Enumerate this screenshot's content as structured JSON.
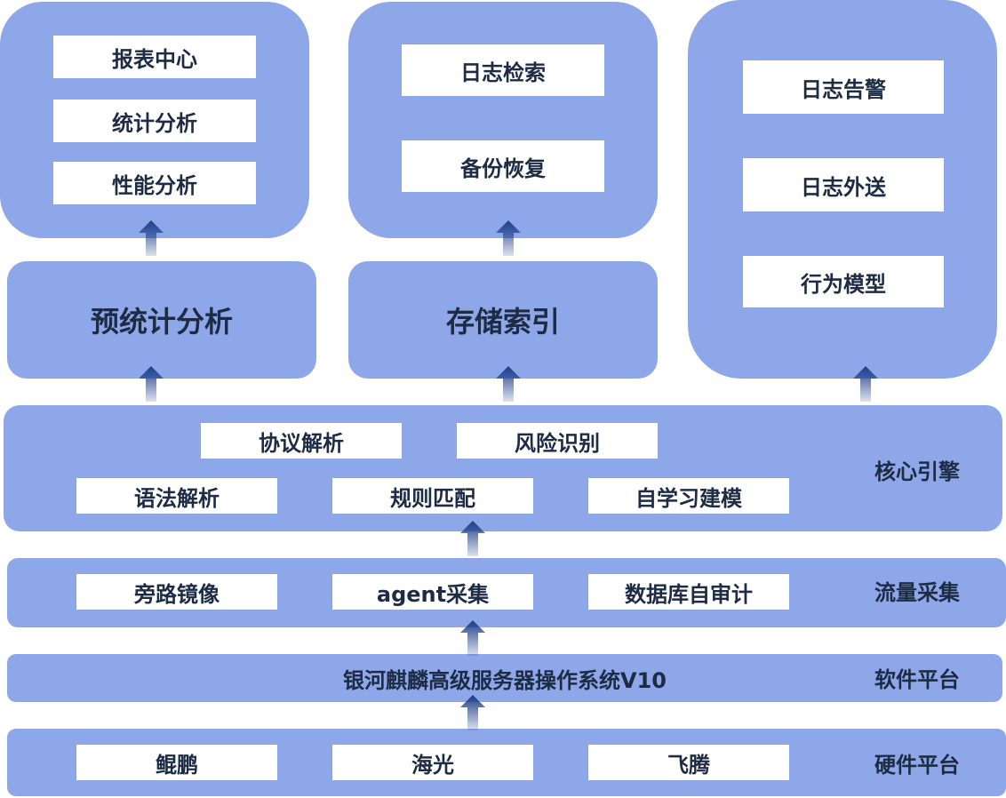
{
  "top_panels": {
    "report": {
      "items": [
        "报表中心",
        "统计分析",
        "性能分析"
      ]
    },
    "log": {
      "items": [
        "日志检索",
        "备份恢复"
      ]
    },
    "alert": {
      "items": [
        "日志告警",
        "日志外送",
        "行为模型"
      ]
    }
  },
  "mid_panels": {
    "prestat": "预统计分析",
    "storage": "存储索引"
  },
  "core_engine": {
    "label": "核心引擎",
    "row1": [
      "协议解析",
      "风险识别"
    ],
    "row2": [
      "语法解析",
      "规则匹配",
      "自学习建模"
    ]
  },
  "traffic": {
    "label": "流量采集",
    "items": [
      "旁路镜像",
      "agent采集",
      "数据库自审计"
    ]
  },
  "software": {
    "label": "软件平台",
    "os": "银河麒麟高级服务器操作系统V10"
  },
  "hardware": {
    "label": "硬件平台",
    "items": [
      "鲲鹏",
      "海光",
      "飞腾"
    ]
  },
  "colors": {
    "panel": "#8ea7e8",
    "text": "#1d2b45",
    "arrow": "#1f3f8a"
  }
}
